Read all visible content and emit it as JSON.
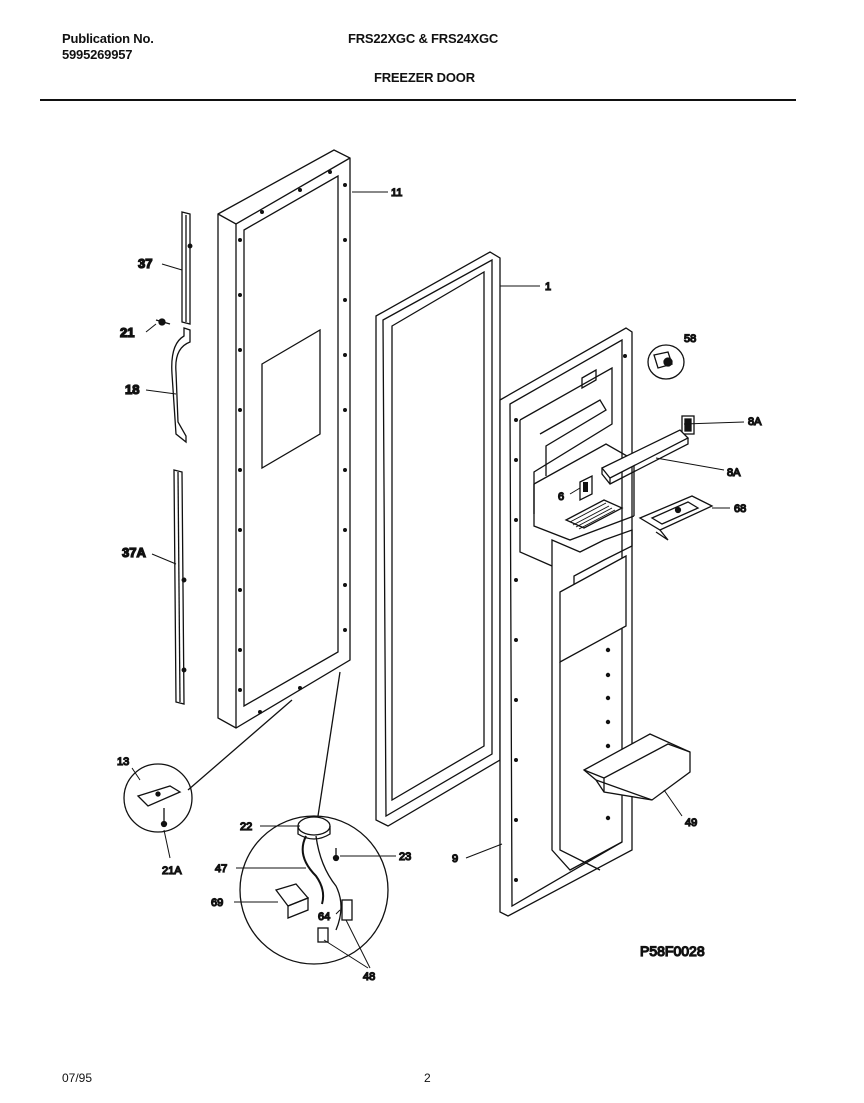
{
  "header": {
    "publication_label": "Publication No.",
    "publication_number": "5995269957",
    "models": "FRS22XGC & FRS24XGC",
    "section_title": "FREEZER DOOR"
  },
  "diagram": {
    "figure_code": "P58F0028",
    "callouts": {
      "c11": "11",
      "c1": "1",
      "c58": "58",
      "c8a_top": "8A",
      "c8a_bottom": "8A",
      "c6": "6",
      "c68": "68",
      "c37": "37",
      "c21": "21",
      "c18": "18",
      "c37a": "37A",
      "c13": "13",
      "c21a": "21A",
      "c22": "22",
      "c23": "23",
      "c47": "47",
      "c69": "69",
      "c64": "64",
      "c48": "48",
      "c9": "9",
      "c49": "49"
    }
  },
  "footer": {
    "date": "07/95",
    "page_number": "2"
  }
}
